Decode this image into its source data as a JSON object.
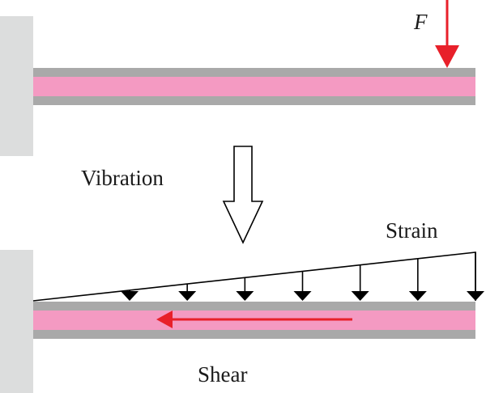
{
  "labels": {
    "force": "F",
    "vibration": "Vibration",
    "strain": "Strain",
    "shear": "Shear"
  },
  "colors": {
    "support": "#dcdddd",
    "skin_layer": "#a9a9a9",
    "core_layer": "#f49ac2",
    "force_arrow": "#e8202a",
    "shear_arrow": "#e8202a",
    "outline": "#000000"
  },
  "strain_arrow_count": 7
}
